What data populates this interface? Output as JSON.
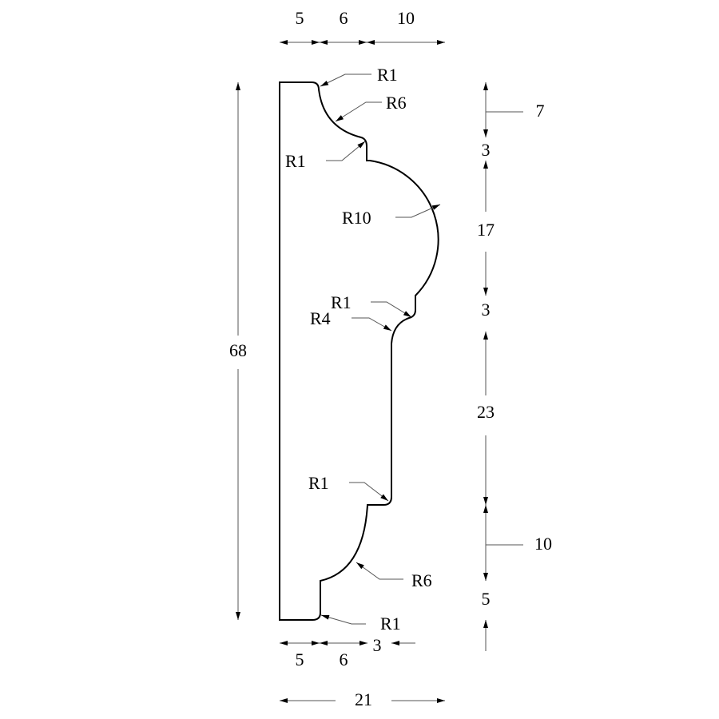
{
  "dimensions": {
    "top": [
      "5",
      "6",
      "10"
    ],
    "bottom": [
      "5",
      "6",
      "3"
    ],
    "overall_width": "21",
    "overall_height": "68",
    "right": [
      "7",
      "3",
      "17",
      "3",
      "23",
      "10",
      "5"
    ]
  },
  "radii": {
    "top_corner": "R1",
    "top_cove": "R6",
    "upper_step": "R1",
    "bead": "R10",
    "lower_step": "R1",
    "ogee": "R4",
    "base_step": "R1",
    "base_cove": "R6",
    "bottom_corner": "R1"
  }
}
